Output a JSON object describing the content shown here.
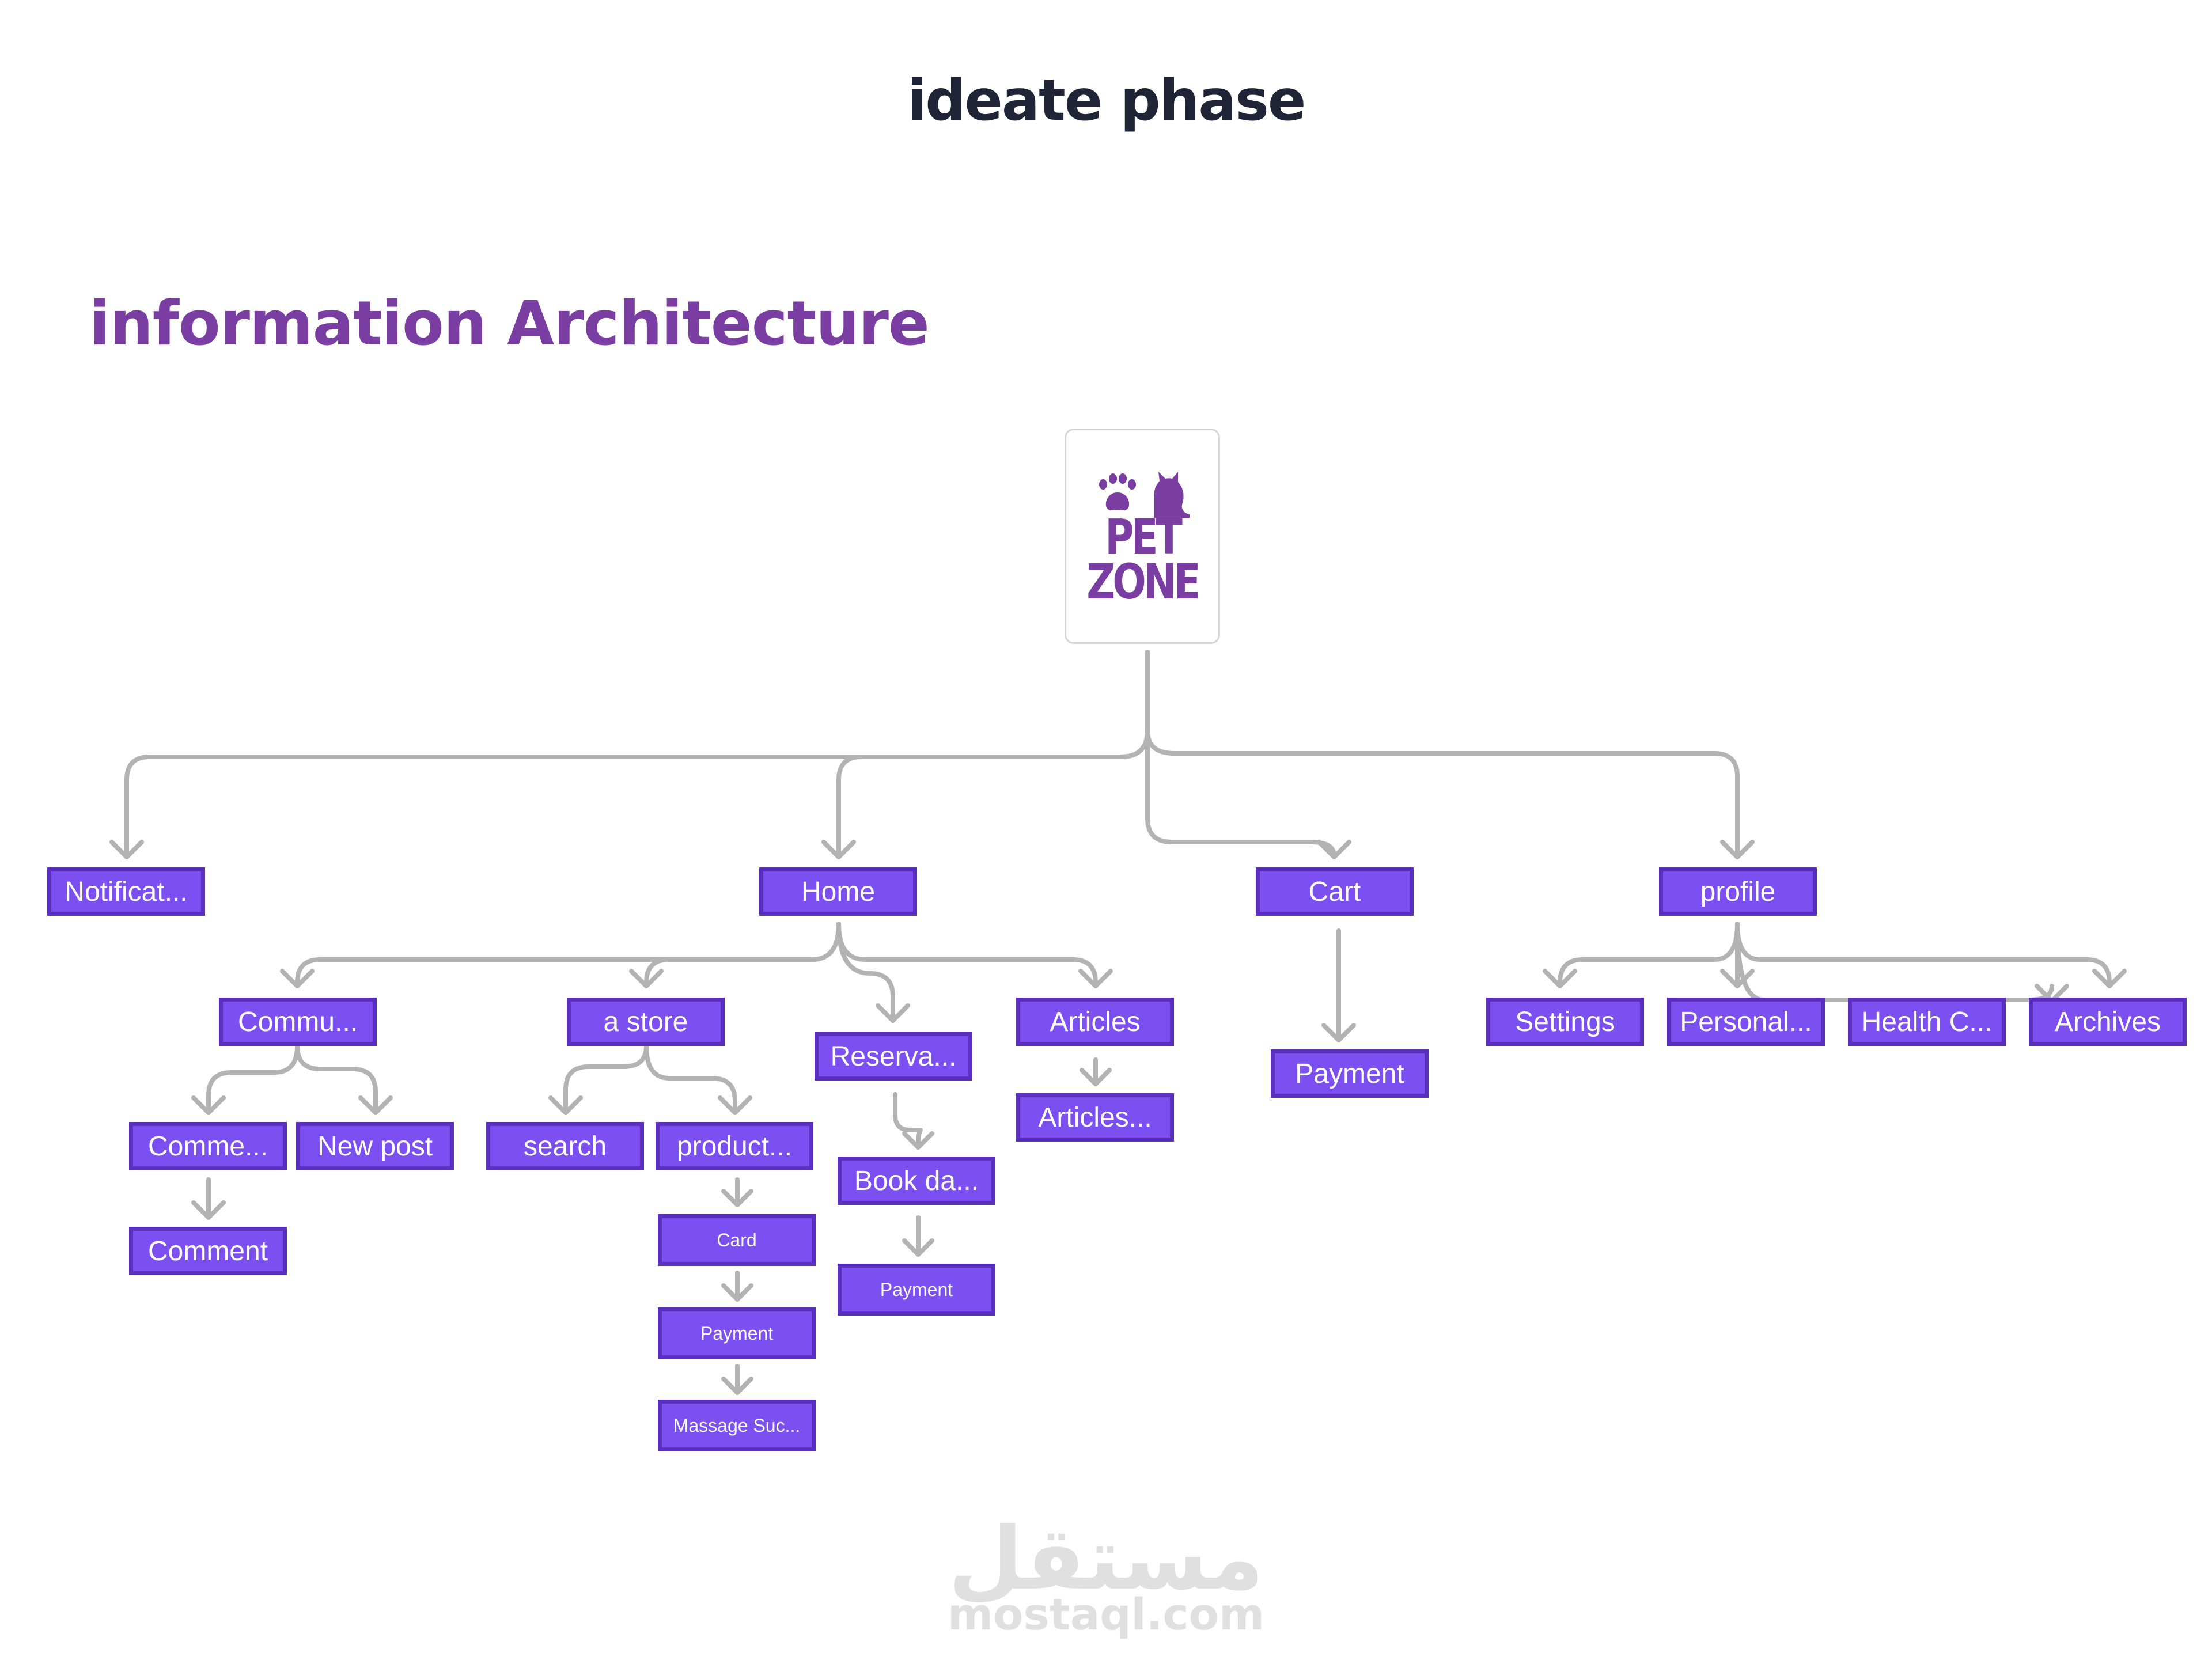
{
  "header": {
    "title": "ideate phase",
    "section_title": "information Architecture"
  },
  "logo": {
    "line1": "PET",
    "line2": "ZONE",
    "icon": "paw-and-cat-icon",
    "color": "#7a3ea3"
  },
  "colors": {
    "node_fill": "#7c4ff0",
    "node_border": "#5b2fbe",
    "connector": "#b3b3b3",
    "section_title": "#7a3ea3",
    "page_title": "#1f2537"
  },
  "nodes": {
    "notifications": "Notificat...",
    "home": "Home",
    "cart": "Cart",
    "profile": "profile",
    "community": "Commu...",
    "store": "a store",
    "reservation": "Reserva...",
    "articles": "Articles",
    "comments": "Comme...",
    "new_post": "New post",
    "comment": "Comment",
    "search": "search",
    "products": "product...",
    "card": "Card",
    "store_payment": "Payment",
    "message_success": "Massage Suc...",
    "book_date": "Book da...",
    "reservation_payment": "Payment",
    "articles_detail": "Articles...",
    "cart_payment": "Payment",
    "settings": "Settings",
    "personal": "Personal...",
    "health": "Health C...",
    "archives": "Archives"
  },
  "watermark": {
    "arabic": "مستقل",
    "latin": "mostaql.com"
  }
}
